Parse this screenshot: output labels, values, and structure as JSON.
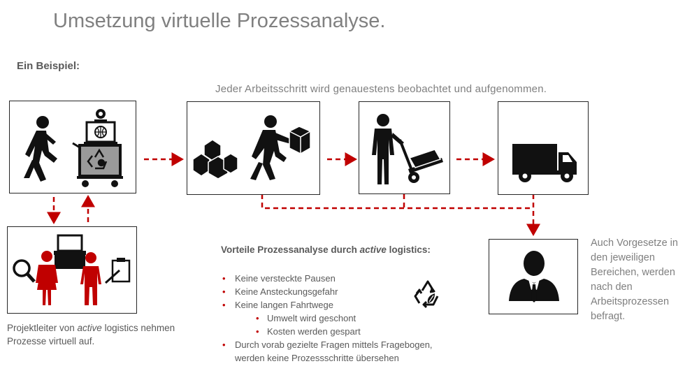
{
  "title": "Umsetzung virtuelle Prozessanalyse.",
  "subtitle": "Ein Beispiel:",
  "caption_top": "Jeder Arbeitsschritt wird genauestens beobachtet und aufgenommen.",
  "caption_left": {
    "part1": "Projektleiter von ",
    "emphasis": "active",
    "part2": " logistics nehmen Prozesse virtuell auf."
  },
  "advantages": {
    "title_part1": "Vorteile Prozessanalyse durch ",
    "title_emphasis": "active",
    "title_part2": " logistics:",
    "items": [
      "Keine versteckte Pausen",
      "Keine Ansteckungsgefahr",
      "Keine langen Fahrtwege"
    ],
    "sub_items": [
      "Umwelt wird geschont",
      "Kosten werden gespart"
    ],
    "last_item": "Durch vorab gezielte Fragen mittels Fragebogen, werden keine Prozessschritte übersehen"
  },
  "caption_right": "Auch Vorgesetze in den jeweiligen Bereichen, werden nach den Arbeitsprozessen befragt.",
  "colors": {
    "accent": "#c00000",
    "icon": "#111111",
    "text": "#595959",
    "title": "#808080",
    "border": "#262626"
  },
  "icons": {
    "box1": [
      "walking-person-icon",
      "telepresence-robot-icon",
      "recycle-icon"
    ],
    "box2": [
      "stacked-boxes-icon",
      "person-carrying-box-icon"
    ],
    "box3": [
      "worker-with-hand-truck-icon"
    ],
    "box4": [
      "delivery-truck-icon"
    ],
    "box5": [
      "magnifier-icon",
      "project-leader-icon",
      "laptop-icon",
      "clipboard-icon"
    ],
    "box6": [
      "manager-icon"
    ],
    "advantages": [
      "recycle-icon"
    ]
  }
}
